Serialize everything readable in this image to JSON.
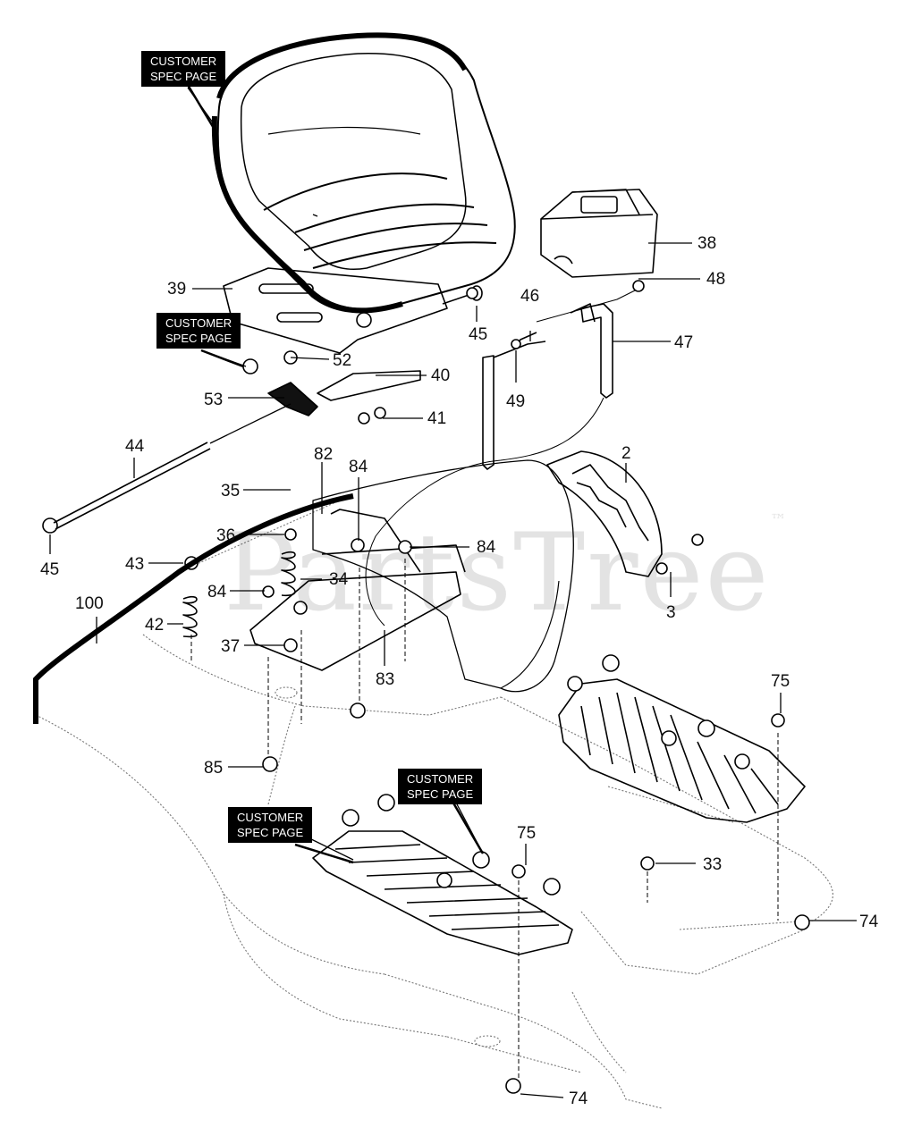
{
  "watermark": {
    "text": "PartsTree",
    "mark": "™"
  },
  "spec_boxes": [
    {
      "line1": "CUSTOMER",
      "line2": "SPEC PAGE"
    },
    {
      "line1": "CUSTOMER",
      "line2": "SPEC PAGE"
    },
    {
      "line1": "CUSTOMER",
      "line2": "SPEC PAGE"
    },
    {
      "line1": "CUSTOMER",
      "line2": "SPEC PAGE"
    }
  ],
  "callouts": [
    "38",
    "48",
    "39",
    "46",
    "47",
    "45",
    "52",
    "40",
    "49",
    "53",
    "41",
    "44",
    "82",
    "2",
    "35",
    "84",
    "36",
    "84",
    "45",
    "43",
    "34",
    "84",
    "100",
    "42",
    "37",
    "83",
    "3",
    "75",
    "85",
    "75",
    "33",
    "74",
    "74"
  ]
}
